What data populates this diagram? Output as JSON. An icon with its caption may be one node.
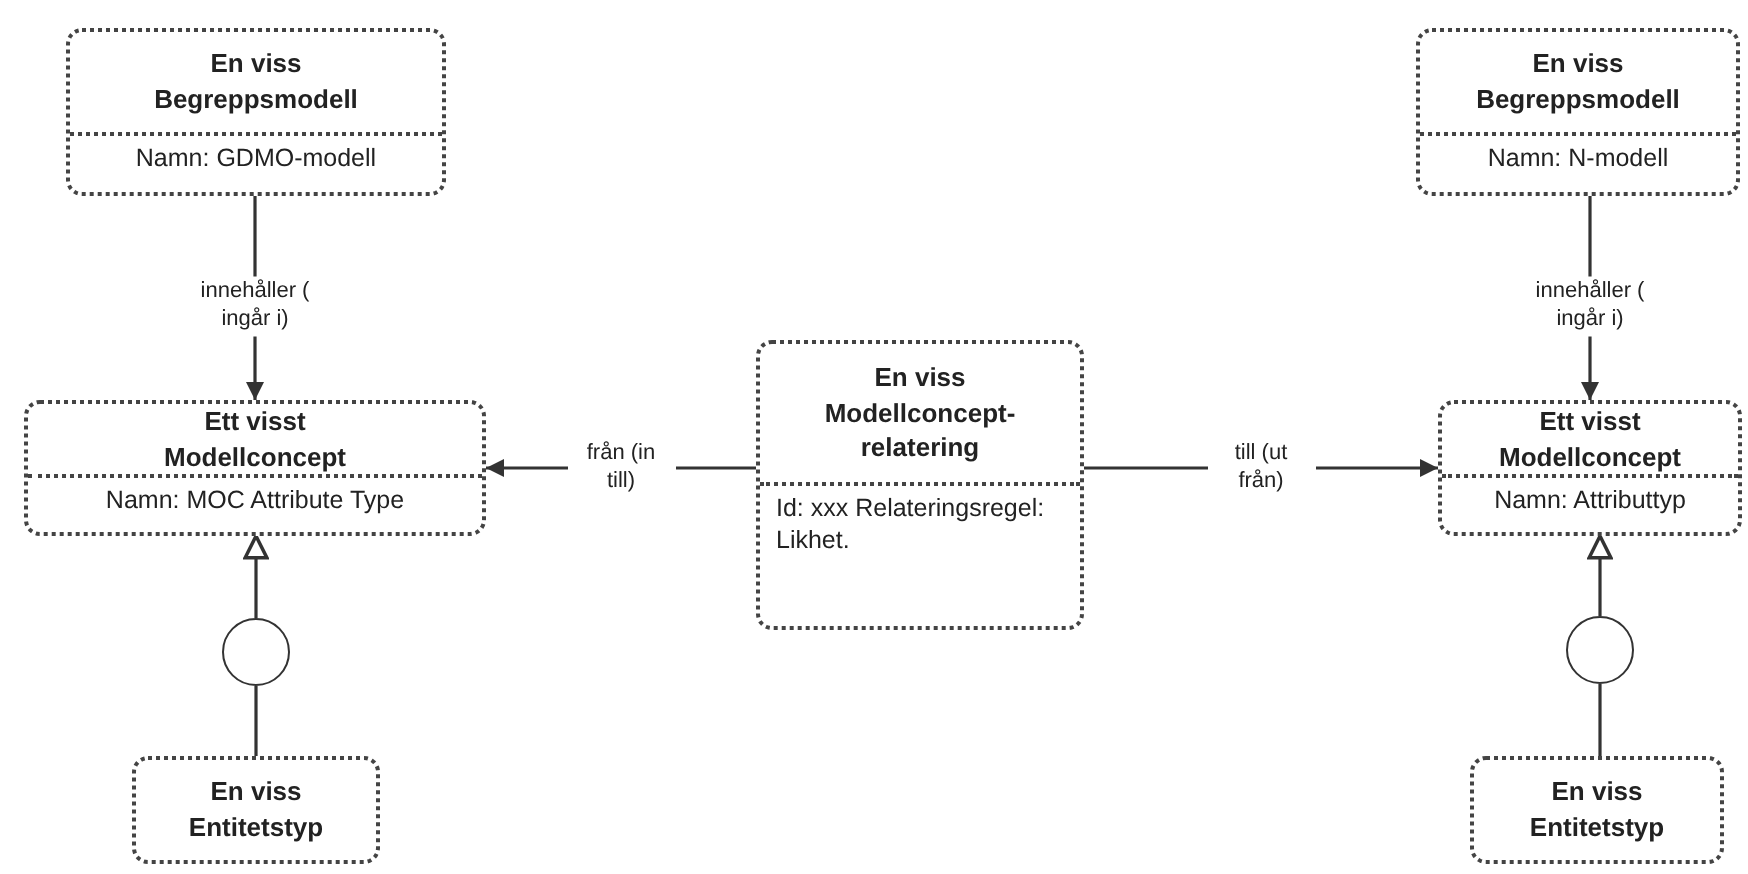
{
  "diagram": {
    "nodes": [
      {
        "text": [
          "En viss Begreppsmodell",
          "Namn: GDMO-modell"
        ]
      },
      {
        "text": [
          "Ett visst Modellconcept",
          "Namn: MOC Attribute Type"
        ]
      },
      {
        "text": [],
        "shape": "circle"
      },
      {
        "text": [
          "En viss Entitetstyp"
        ]
      },
      {
        "text": [
          "En viss Modellconcept-relatering",
          "Id: xxx Relateringsregel: Likhet."
        ]
      },
      {
        "text": [
          "En viss Begreppsmodell",
          "Namn: N-modell"
        ]
      },
      {
        "text": [
          "Ett visst Modellconcept",
          "Namn: Attributtyp"
        ]
      },
      {
        "text": [],
        "shape": "circle"
      },
      {
        "text": [
          "En viss Entitetstyp"
        ]
      }
    ],
    "edges": [
      {
        "from": 0,
        "to": 1,
        "arrow": "to",
        "label": "innehåller ( ingår i)"
      },
      {
        "from": 3,
        "to": 2,
        "arrow": "none"
      },
      {
        "from": 2,
        "to": 1,
        "arrow": "to"
      },
      {
        "from": 4,
        "to": 1,
        "arrow": "to",
        "label": "från (in till)"
      },
      {
        "from": 4,
        "to": 6,
        "arrow": "to",
        "label": "till (ut från)"
      },
      {
        "from": 5,
        "to": 6,
        "arrow": "to",
        "label": "innehåller ( ingår i)"
      },
      {
        "from": 8,
        "to": 7,
        "arrow": "none"
      },
      {
        "from": 7,
        "to": 6,
        "arrow": "to"
      }
    ]
  }
}
